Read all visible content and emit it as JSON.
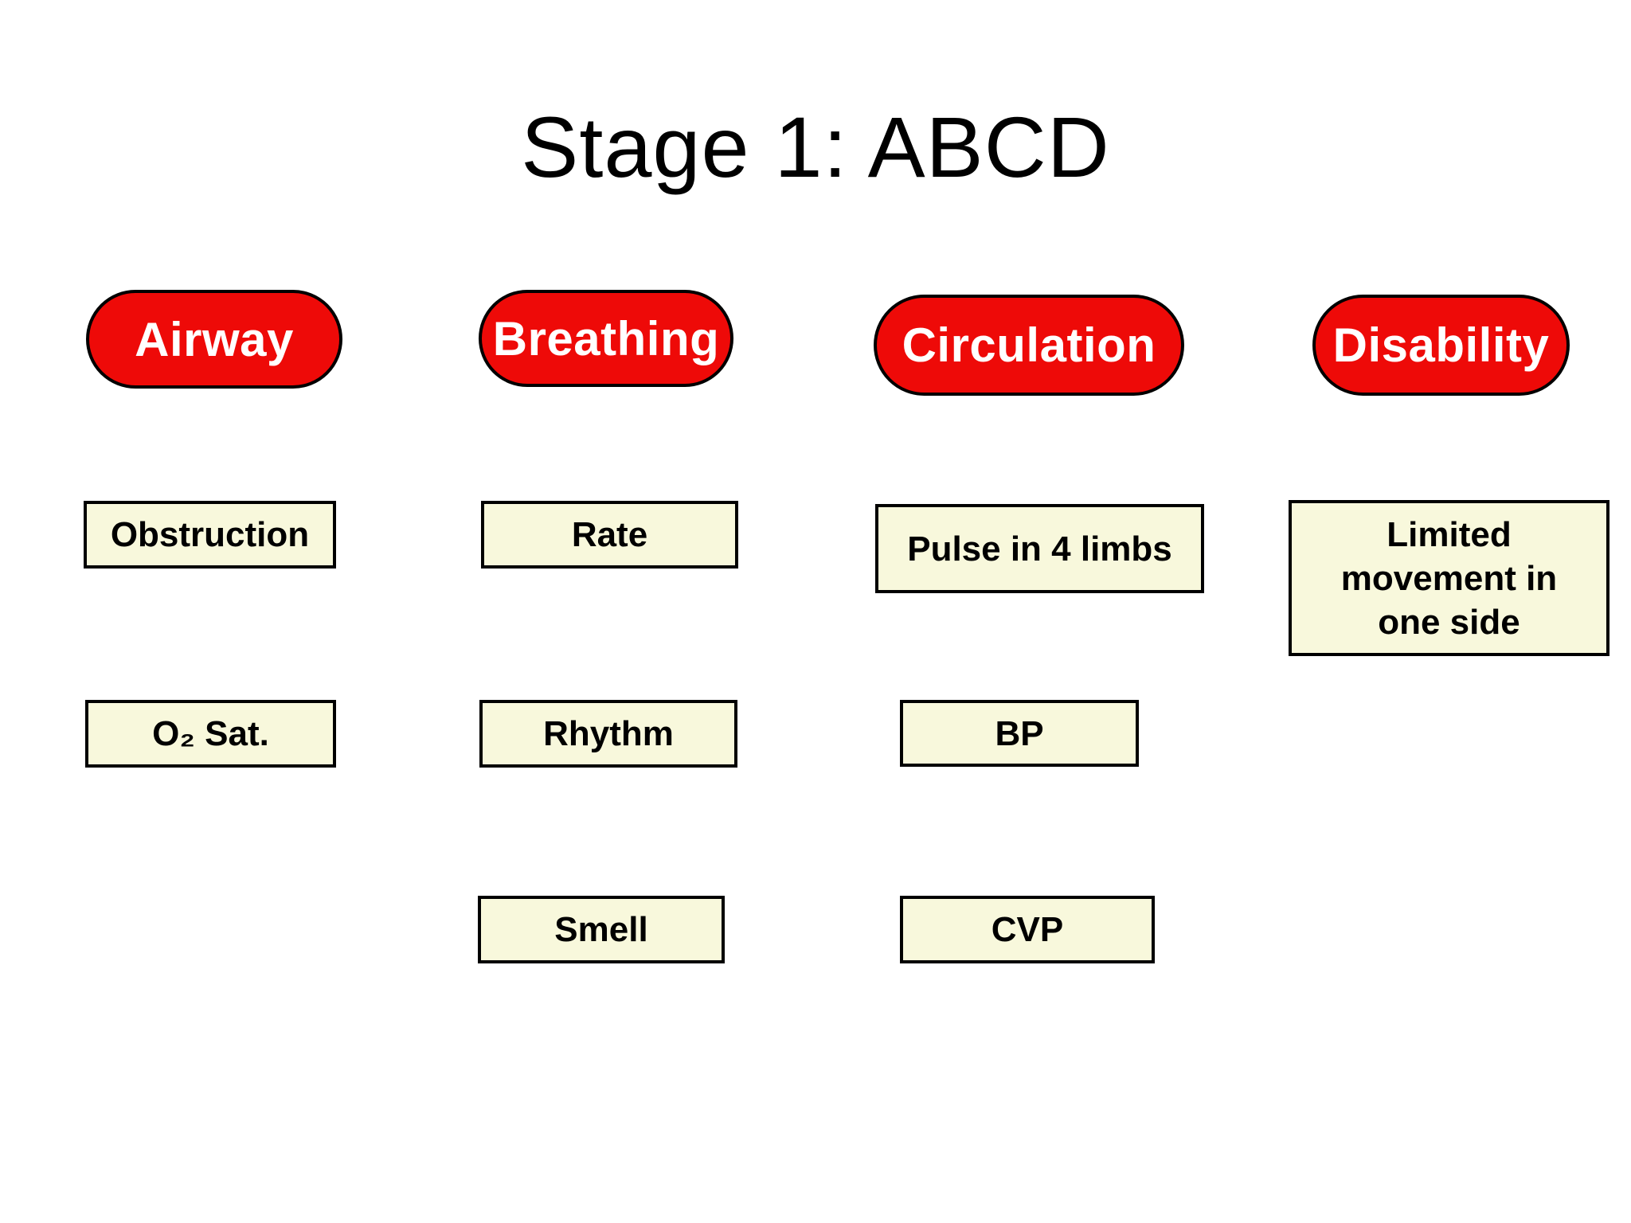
{
  "title": "Stage 1: ABCD",
  "colors": {
    "header_red": "#ee0a08",
    "header_text": "#ffffff",
    "box_fill": "#f8f8dc",
    "box_border": "#000000",
    "background": "#ffffff"
  },
  "columns": [
    {
      "header": "Airway",
      "items": [
        "Obstruction",
        "O₂ Sat."
      ]
    },
    {
      "header": "Breathing",
      "items": [
        "Rate",
        "Rhythm",
        "Smell"
      ]
    },
    {
      "header": "Circulation",
      "items": [
        "Pulse in 4 limbs",
        "BP",
        "CVP"
      ]
    },
    {
      "header": "Disability",
      "items": [
        "Limited\nmovement in\none side"
      ]
    }
  ]
}
